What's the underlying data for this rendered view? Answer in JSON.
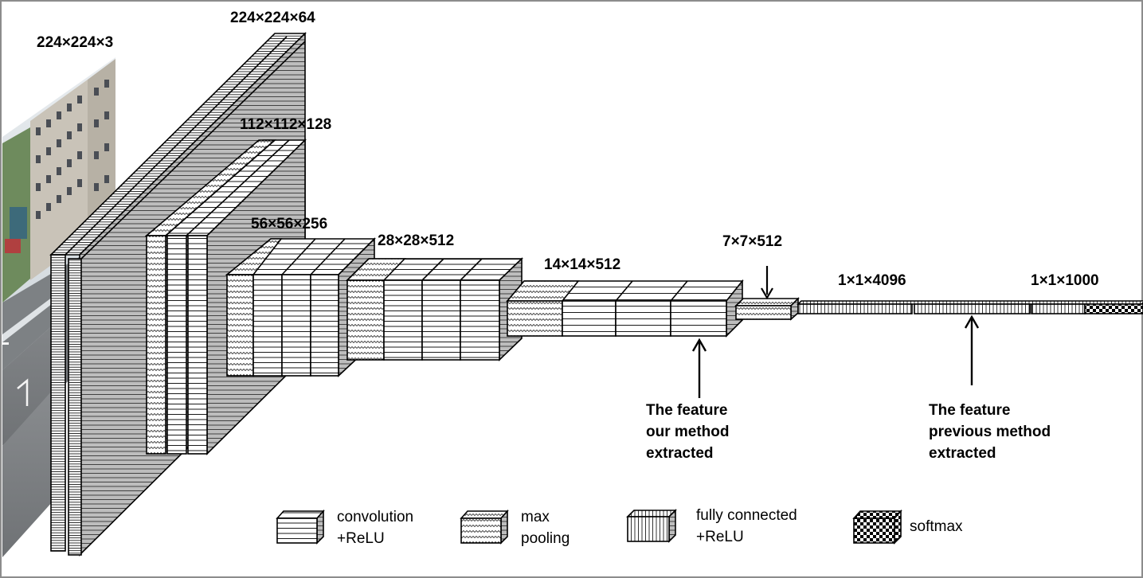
{
  "dimensions": {
    "input": "224×224×3",
    "conv1": "224×224×64",
    "conv2": "112×112×128",
    "conv3": "56×56×256",
    "conv4": "28×28×512",
    "conv5": "14×14×512",
    "pool5": "7×7×512",
    "fc": "1×1×4096",
    "output": "1×1×1000"
  },
  "annotations": {
    "ours": [
      "The feature",
      "our method",
      "extracted"
    ],
    "previous": [
      "The feature",
      "previous method",
      "extracted"
    ]
  },
  "legend": {
    "conv": [
      "convolution",
      "+ReLU"
    ],
    "pool": [
      "max",
      "pooling"
    ],
    "fc": [
      "fully connected",
      "+ReLU"
    ],
    "softmax": [
      "softmax"
    ]
  },
  "colors": {
    "side_face": "#bdbdbd",
    "top_face": "#d6d6d6",
    "line": "#000000"
  }
}
